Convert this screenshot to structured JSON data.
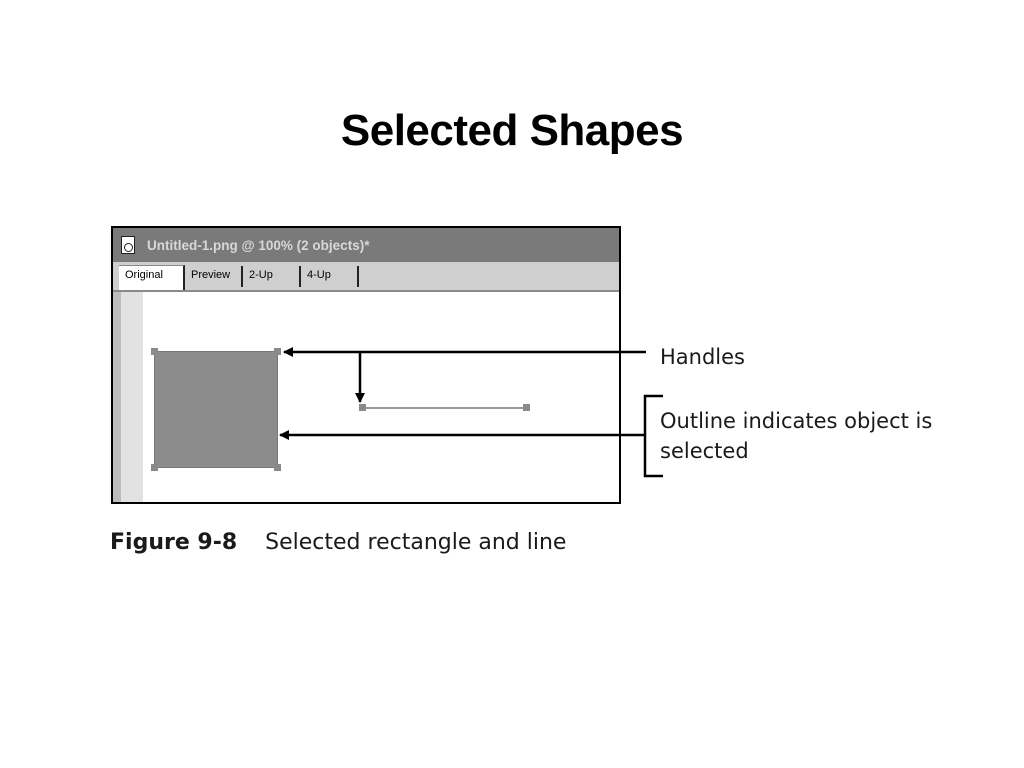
{
  "slide": {
    "title": "Selected Shapes"
  },
  "window": {
    "title": "Untitled-1.png @  100% (2 objects)*",
    "tabs": [
      {
        "label": "Original",
        "active": true
      },
      {
        "label": "Preview",
        "active": false
      },
      {
        "label": "2-Up",
        "active": false
      },
      {
        "label": "4-Up",
        "active": false
      }
    ]
  },
  "canvas": {
    "shapes": [
      "rectangle",
      "line"
    ]
  },
  "callouts": {
    "handles": "Handles",
    "outline": "Outline indicates object is selected"
  },
  "figure": {
    "number": "Figure 9-8",
    "caption": "Selected rectangle and line"
  },
  "icons": {
    "document": "document-icon"
  },
  "colors": {
    "title_bar": "#7a7a7a",
    "tab_strip": "#cfcfcf",
    "shape_fill": "#8c8c8c"
  }
}
